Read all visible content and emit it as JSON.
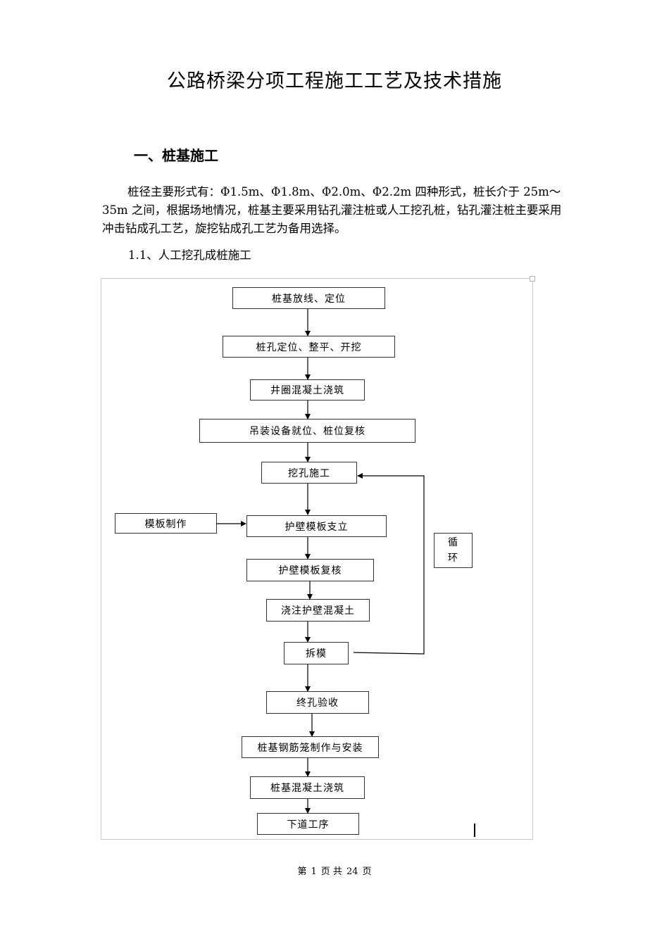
{
  "title": "公路桥梁分项工程施工工艺及技术措施",
  "section": {
    "heading": "一、桩基施工",
    "paragraph": "桩径主要形式有：Φ1.5m、Φ1.8m、Φ2.0m、Φ2.2m 四种形式，桩长介于 25m～35m 之间，根据场地情况，桩基主要采用钻孔灌注桩或人工挖孔桩，钻孔灌注桩主要采用冲击钻成孔工艺，旋挖钻成孔工艺为备用选择。",
    "subheading": "1.1、人工挖孔成桩施工"
  },
  "flowchart": {
    "steps": [
      "桩基放线、定位",
      "桩孔定位、整平、开挖",
      "井圈混凝土浇筑",
      "吊装设备就位、桩位复核",
      "挖孔施工",
      "护壁模板支立",
      "护壁模板复核",
      "浇注护壁混凝土",
      "拆模",
      "终孔验收",
      "桩基钢筋笼制作与安装",
      "桩基混凝土浇筑",
      "下道工序"
    ],
    "side_input": "模板制作",
    "loop_label": [
      "循",
      "环"
    ]
  },
  "footer": {
    "prefix": "第",
    "page": "1",
    "middle": "页 共",
    "total": "24",
    "suffix": "页"
  }
}
